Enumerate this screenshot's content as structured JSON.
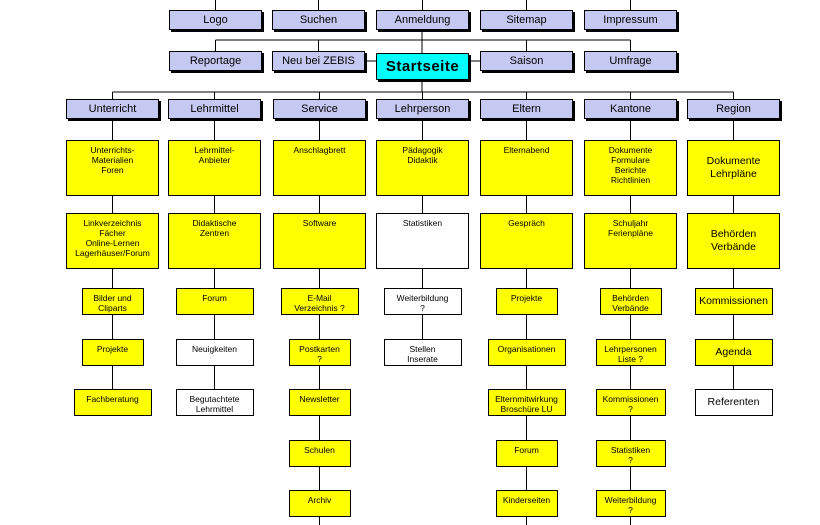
{
  "nav_top": [
    "Logo",
    "Suchen",
    "Anmeldung",
    "Sitemap",
    "Impressum"
  ],
  "nav_second": [
    "Reportage",
    "Neu bei ZEBIS",
    "Saison",
    "Umfrage"
  ],
  "start": "Startseite",
  "categories": [
    {
      "label": "Unterricht",
      "items": [
        {
          "text": "Unterrichts-\nMaterialien\nForen",
          "color": "yellow"
        },
        {
          "text": "Linkverzeichnis\nFächer\nOnline-Lernen\nLagerhäuser/Forum",
          "color": "yellow"
        },
        {
          "text": "Bilder und\nCliparts",
          "color": "yellow"
        },
        {
          "text": "Projekte",
          "color": "yellow"
        },
        {
          "text": "Fachberatung",
          "color": "yellow"
        }
      ]
    },
    {
      "label": "Lehrmittel",
      "items": [
        {
          "text": "Lehrmittel-\nAnbieter",
          "color": "yellow"
        },
        {
          "text": "Didaktische\nZentren",
          "color": "yellow"
        },
        {
          "text": "Forum",
          "color": "yellow"
        },
        {
          "text": "Neuigkeiten",
          "color": "white"
        },
        {
          "text": "Begutachtete\nLehrmittel",
          "color": "white"
        }
      ]
    },
    {
      "label": "Service",
      "items": [
        {
          "text": "Anschlagbrett",
          "color": "yellow"
        },
        {
          "text": "Software",
          "color": "yellow"
        },
        {
          "text": "E-Mail\nVerzeichnis ?",
          "color": "yellow"
        },
        {
          "text": "Postkarten\n?",
          "color": "yellow"
        },
        {
          "text": "Newsletter",
          "color": "yellow"
        },
        {
          "text": "Schulen",
          "color": "yellow"
        },
        {
          "text": "Archiv",
          "color": "yellow"
        }
      ]
    },
    {
      "label": "Lehrperson",
      "items": [
        {
          "text": "Pädagogik\nDidaktik",
          "color": "yellow"
        },
        {
          "text": "Statistiken",
          "color": "white"
        },
        {
          "text": "Weiterbildung\n?",
          "color": "white"
        },
        {
          "text": "Stellen\nInserate",
          "color": "white"
        }
      ]
    },
    {
      "label": "Eltern",
      "items": [
        {
          "text": "Elternabend",
          "color": "yellow"
        },
        {
          "text": "Gespräch",
          "color": "yellow"
        },
        {
          "text": "Projekte",
          "color": "yellow"
        },
        {
          "text": "Organisationen",
          "color": "yellow"
        },
        {
          "text": "Elternmitwirkung\nBroschüre LU",
          "color": "yellow"
        },
        {
          "text": "Forum",
          "color": "yellow"
        },
        {
          "text": "Kinderseiten",
          "color": "yellow"
        }
      ]
    },
    {
      "label": "Kantone",
      "items": [
        {
          "text": "Dokumente\nFormulare\nBerichte\nRichtlinien",
          "color": "yellow"
        },
        {
          "text": "Schuljahr\nFerienpläne",
          "color": "yellow"
        },
        {
          "text": "Behörden\nVerbände",
          "color": "yellow"
        },
        {
          "text": "Lehrpersonen\nListe ?",
          "color": "yellow"
        },
        {
          "text": "Kommissionen\n?",
          "color": "yellow"
        },
        {
          "text": "Statistiken\n?",
          "color": "yellow"
        },
        {
          "text": "Weiterbildung\n?",
          "color": "yellow"
        }
      ]
    },
    {
      "label": "Region",
      "items": [
        {
          "text": "Dokumente\nLehrpläne",
          "color": "yellow"
        },
        {
          "text": "Behörden\nVerbände",
          "color": "yellow"
        },
        {
          "text": "Kommissionen",
          "color": "yellow"
        },
        {
          "text": "Agenda",
          "color": "yellow"
        },
        {
          "text": "Referenten",
          "color": "white"
        }
      ]
    }
  ],
  "colors": {
    "nav": "#c5c9f2",
    "start": "#00ffff",
    "yellow": "#ffff00",
    "white": "#ffffff"
  }
}
